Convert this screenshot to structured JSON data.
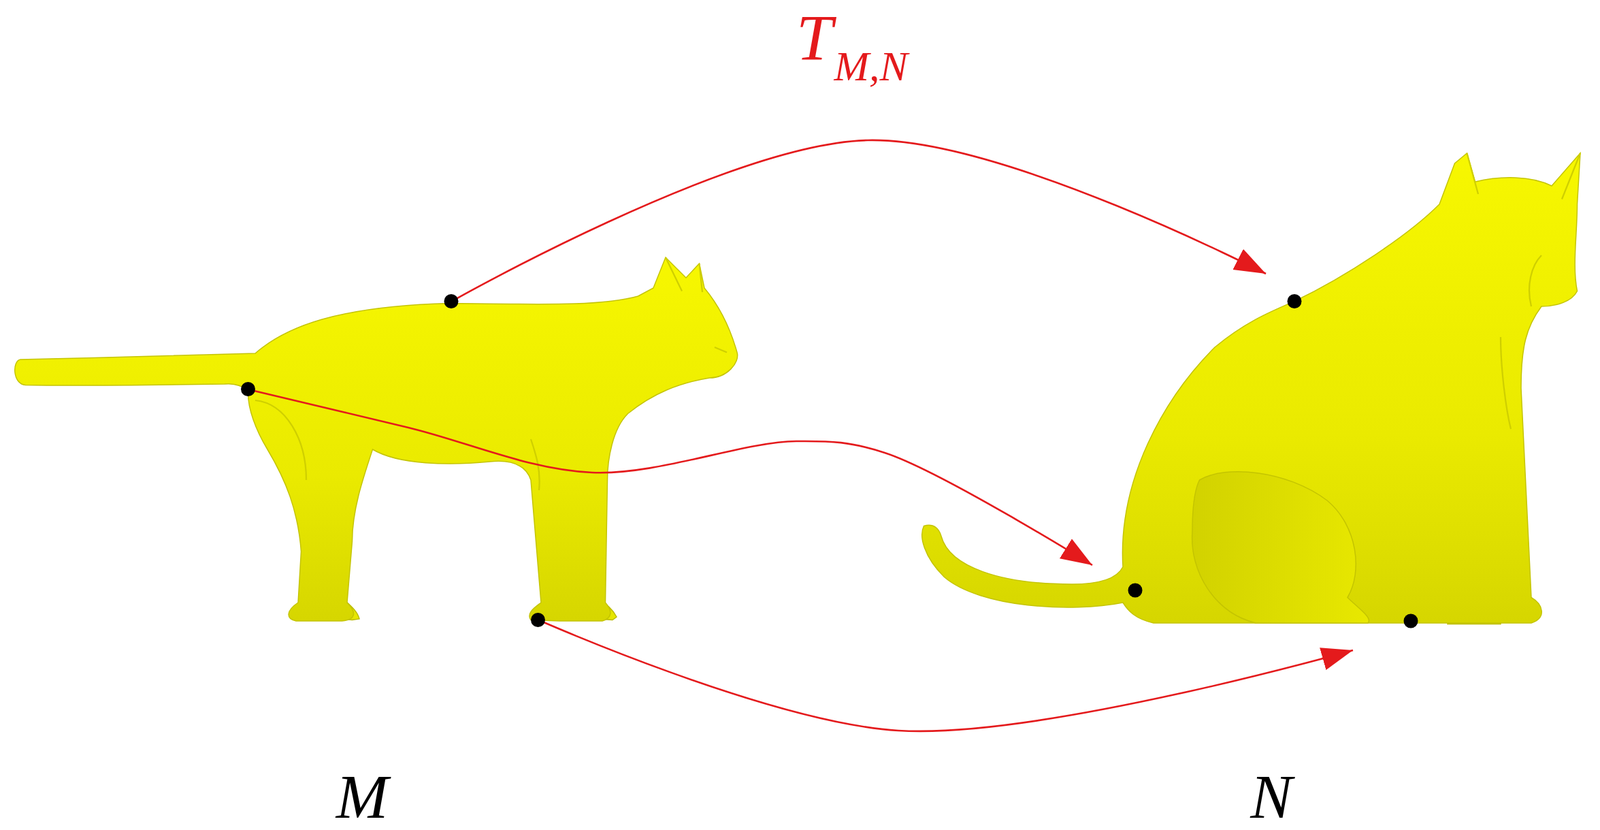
{
  "diagram": {
    "nodes": [
      {
        "text": [
          "M"
        ]
      },
      {
        "text": [
          "N"
        ]
      }
    ],
    "edges": [
      {
        "from": 0,
        "to": 1,
        "arrow": "to"
      },
      {
        "from": 0,
        "to": 1,
        "arrow": "to"
      },
      {
        "from": 0,
        "to": 1,
        "arrow": "to"
      }
    ],
    "labels": [
      "T",
      "M,N"
    ]
  }
}
